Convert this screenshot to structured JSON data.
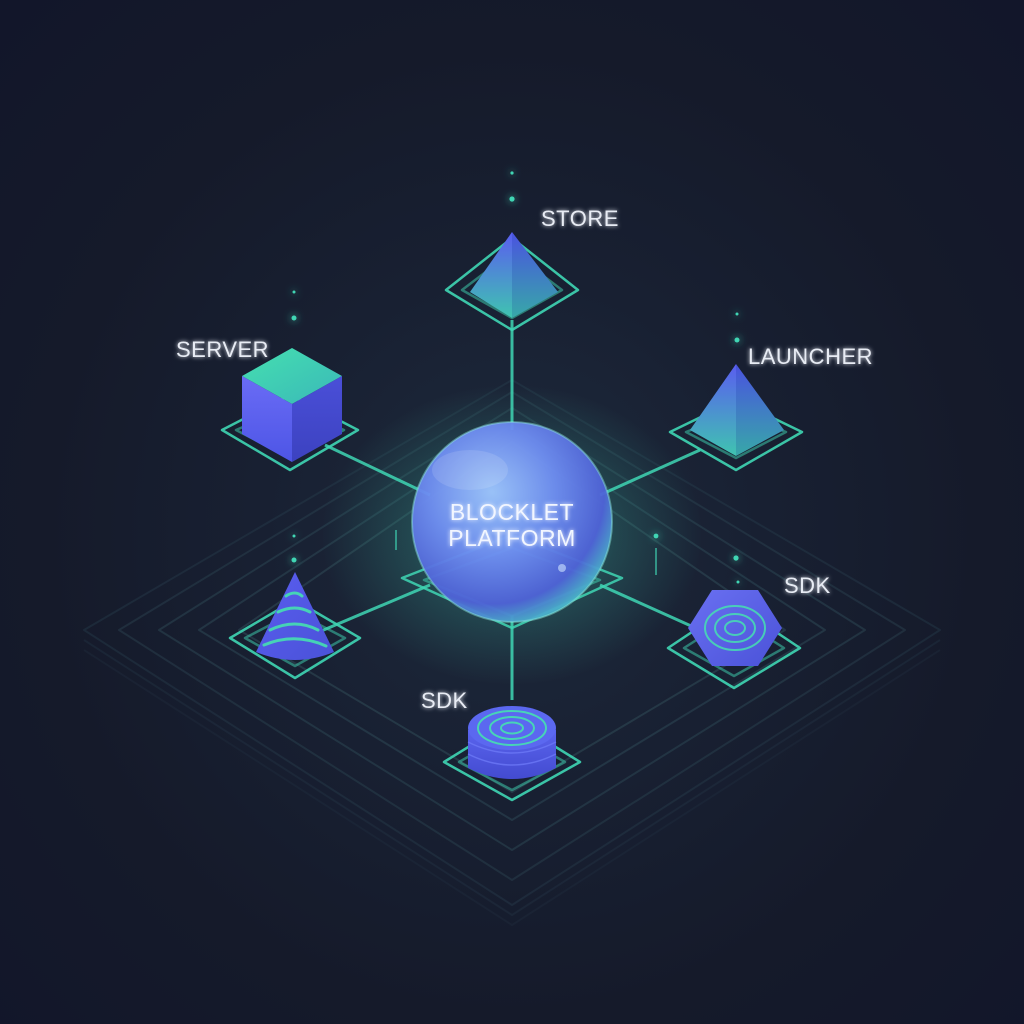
{
  "diagram": {
    "center": {
      "line1": "BLOCKLET",
      "line2": "PLATFORM"
    },
    "nodes": {
      "store": {
        "label": "STORE"
      },
      "server": {
        "label": "SERVER"
      },
      "launcher": {
        "label": "LAUNCHER"
      },
      "sdk_right": {
        "label": "SDK"
      },
      "sdk_bottom": {
        "label": "SDK"
      },
      "cone": {
        "label": ""
      }
    }
  },
  "colors": {
    "background": "#161a2c",
    "accent_teal": "#3fd6b4",
    "accent_violet": "#5a5df0",
    "platform_outline": "#2c4552"
  }
}
